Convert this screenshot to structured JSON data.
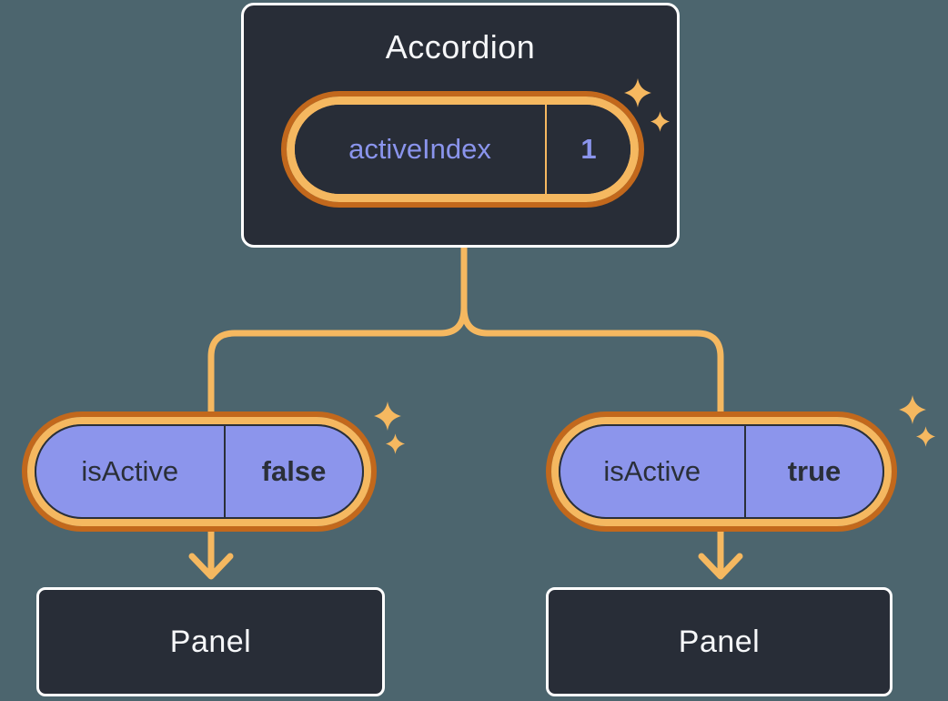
{
  "palette": {
    "background": "#4C656E",
    "card_bg": "#282D37",
    "card_border": "#FFFFFF",
    "text_light": "#F6F7F9",
    "text_dark": "#2A2F38",
    "purple_fill": "#8C95EC",
    "purple_text": "#8A94EC",
    "orange_light": "#F5B860",
    "orange_dark": "#C2681C"
  },
  "accordion": {
    "title": "Accordion",
    "state_pill": {
      "label": "activeIndex",
      "value": "1"
    }
  },
  "children": [
    {
      "prop_pill": {
        "label": "isActive",
        "value": "false"
      },
      "panel_label": "Panel"
    },
    {
      "prop_pill": {
        "label": "isActive",
        "value": "true"
      },
      "panel_label": "Panel"
    }
  ]
}
